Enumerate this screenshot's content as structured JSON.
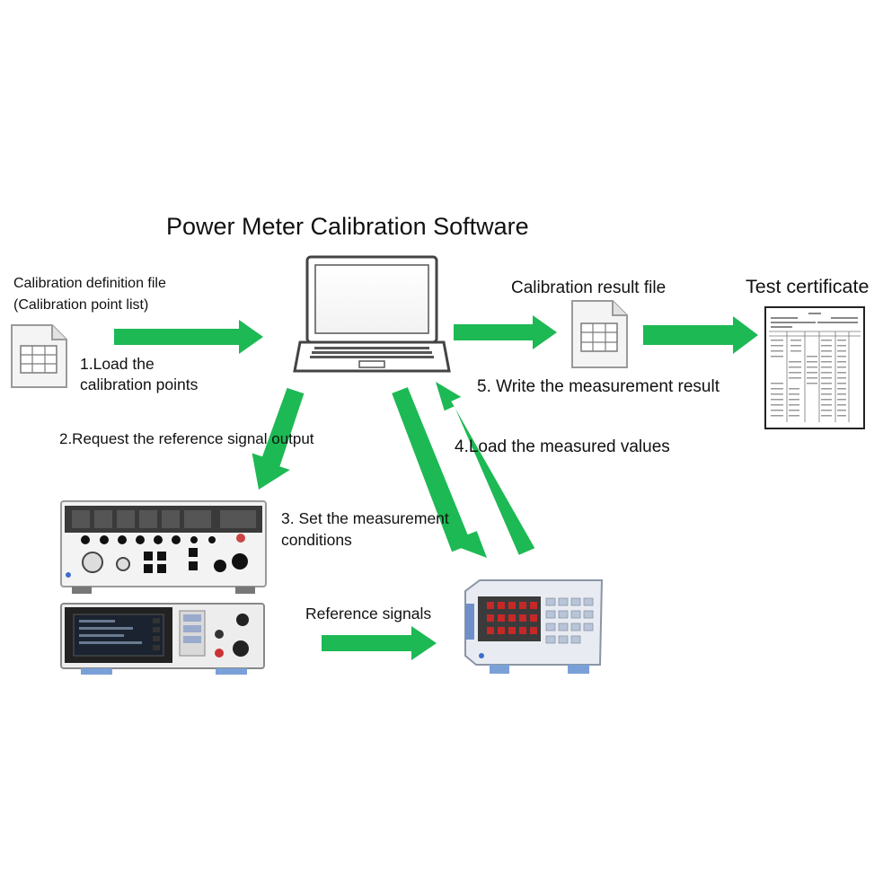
{
  "title": "Power Meter Calibration Software",
  "definition_file": {
    "line1": "Calibration definition file",
    "line2": "(Calibration point list)"
  },
  "step1": {
    "line1": "1.Load the",
    "line2": "calibration points"
  },
  "step2": "2.Request the reference signal output",
  "step3": {
    "line1": "3. Set the measurement",
    "line2": "conditions"
  },
  "step4": "4.Load the measured values",
  "step5": "5. Write the measurement result",
  "result_file": "Calibration result file",
  "test_certificate": "Test certificate",
  "reference_signals": "Reference signals",
  "colors": {
    "arrow": "#1db954",
    "outline": "#333333",
    "device_panel": "#2b2b2b"
  },
  "icons": [
    "spreadsheet-file-icon",
    "laptop-icon",
    "certificate-document-icon",
    "calibrator-device-icon",
    "power-meter-device-icon"
  ]
}
